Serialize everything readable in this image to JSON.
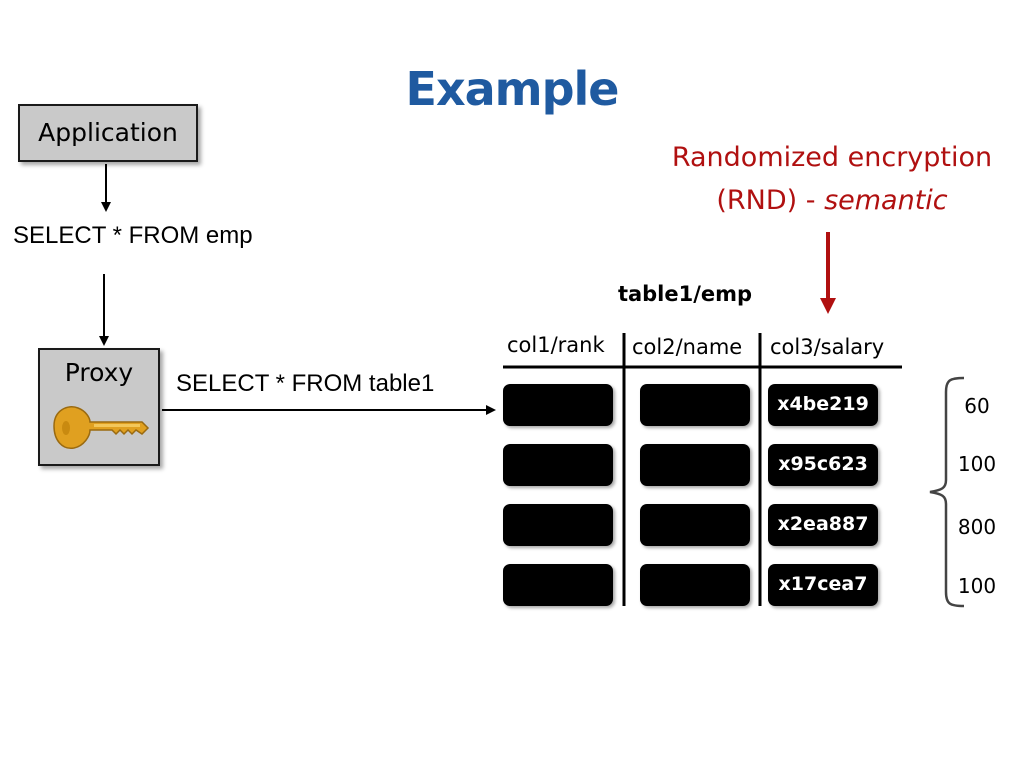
{
  "title": "Example",
  "application": {
    "label": "Application"
  },
  "proxy": {
    "label": "Proxy",
    "icon": "key-icon"
  },
  "queries": {
    "client_query": "SELECT * FROM emp",
    "proxy_query": "SELECT * FROM table1"
  },
  "annotation": {
    "line1": "Randomized encryption",
    "line2_prefix": "(RND) - ",
    "line2_emph": "semantic",
    "color": "#b01010"
  },
  "table": {
    "title": "table1/emp",
    "columns": [
      "col1/rank",
      "col2/name",
      "col3/salary"
    ],
    "ciphertexts": [
      "x4be219",
      "x95c623",
      "x2ea887",
      "x17cea7"
    ],
    "plaintext_values": [
      "60",
      "100",
      "800",
      "100"
    ]
  },
  "colors": {
    "title": "#1f5aa0",
    "box_fill": "#c9c9c9",
    "key": "#e0a020"
  }
}
